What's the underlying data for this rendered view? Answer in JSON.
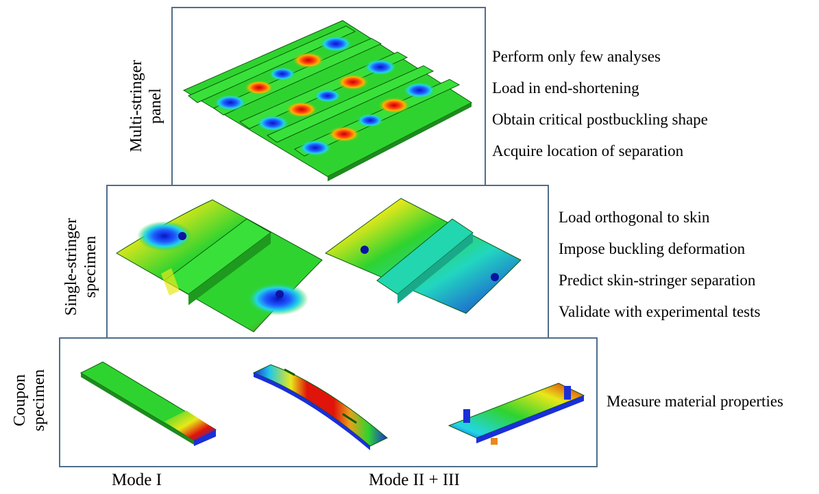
{
  "levels": [
    {
      "id": "multi",
      "label_lines": [
        "Multi-stringer",
        "panel"
      ],
      "items": [
        "Perform only few analyses",
        "Load in end-shortening",
        "Obtain critical  postbuckling shape",
        "Acquire location of separation"
      ]
    },
    {
      "id": "single",
      "label_lines": [
        "Single-stringer",
        "specimen"
      ],
      "items": [
        "Load orthogonal to skin",
        "Impose buckling deformation",
        "Predict skin-stringer separation",
        "Validate with experimental tests"
      ]
    },
    {
      "id": "coupon",
      "label_lines": [
        "Coupon",
        "specimen"
      ],
      "items": [
        "Measure material properties"
      ]
    }
  ],
  "bottom_labels": [
    "Mode I",
    "Mode II + III"
  ],
  "colors": {
    "frame": "#4f6d8a",
    "fe_green": "#2fd32f",
    "fe_red": "#e0140a",
    "fe_blue": "#1a2fd8",
    "fe_yellow": "#d8e81a",
    "fe_cyan": "#22d6c0"
  }
}
